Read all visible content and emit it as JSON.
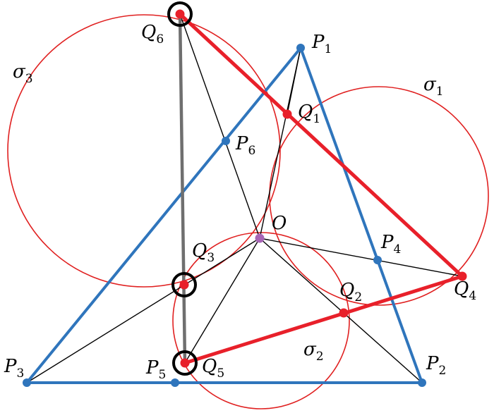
{
  "colors": {
    "blue": "#2f75bc",
    "red": "#e8202a",
    "circle_red": "#e02020",
    "gray": "#6f6f6f",
    "black": "#000000",
    "purple": "#a865b6"
  },
  "points": {
    "P1": {
      "base": "P",
      "sub": "1"
    },
    "P2": {
      "base": "P",
      "sub": "2"
    },
    "P3": {
      "base": "P",
      "sub": "3"
    },
    "P4": {
      "base": "P",
      "sub": "4"
    },
    "P5": {
      "base": "P",
      "sub": "5"
    },
    "P6": {
      "base": "P",
      "sub": "6"
    },
    "Q1": {
      "base": "Q",
      "sub": "1"
    },
    "Q2": {
      "base": "Q",
      "sub": "2"
    },
    "Q3": {
      "base": "Q",
      "sub": "3"
    },
    "Q4": {
      "base": "Q",
      "sub": "4"
    },
    "Q5": {
      "base": "Q",
      "sub": "5"
    },
    "Q6": {
      "base": "Q",
      "sub": "6"
    },
    "O": {
      "base": "O",
      "sub": ""
    }
  },
  "circles": {
    "sigma1": {
      "base": "σ",
      "sub": "1"
    },
    "sigma2": {
      "base": "σ",
      "sub": "2"
    },
    "sigma3": {
      "base": "σ",
      "sub": "3"
    }
  }
}
